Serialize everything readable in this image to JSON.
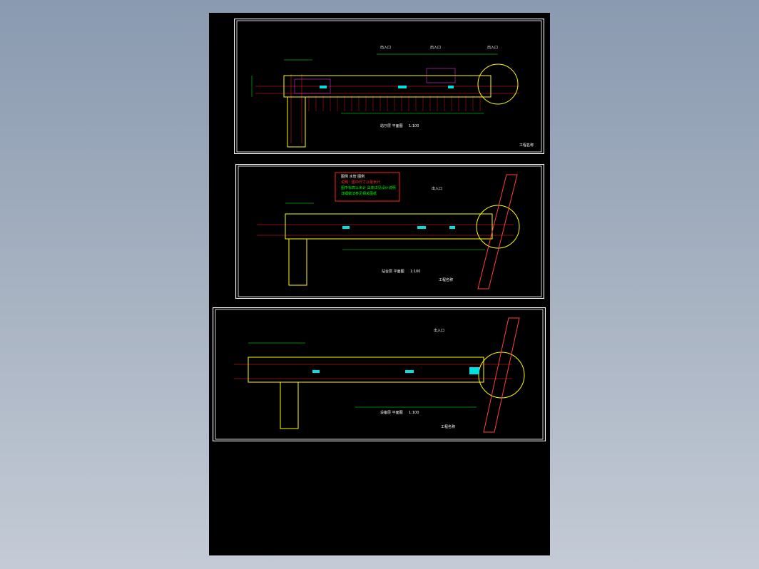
{
  "viewer": {
    "background_color": "#000000",
    "page_colors": {
      "wall": "#ffff00",
      "grid": "#ff2020",
      "dimension": "#00ff00",
      "frame": "#ffffff",
      "equipment": "#00ffff",
      "note_box": "#ff0000"
    }
  },
  "sheets": [
    {
      "title": "站厅层 平面图",
      "scale": "1:100",
      "zone_tags": [
        "出入口",
        "出入口",
        "出入口"
      ],
      "title_block": "工程名称"
    },
    {
      "title": "站台层 平面图",
      "scale": "1:100",
      "zone_tags": [
        "出入口"
      ],
      "title_block": "工程名称",
      "notes": [
        "图例  水管  图例",
        "说明：图中尺寸以毫米计",
        "图中标高以米计  具体详见设计说明",
        "详细做法参见相关图纸"
      ]
    },
    {
      "title": "设备层 平面图",
      "scale": "1:100",
      "zone_tags": [
        "出入口"
      ],
      "title_block": "工程名称"
    }
  ]
}
